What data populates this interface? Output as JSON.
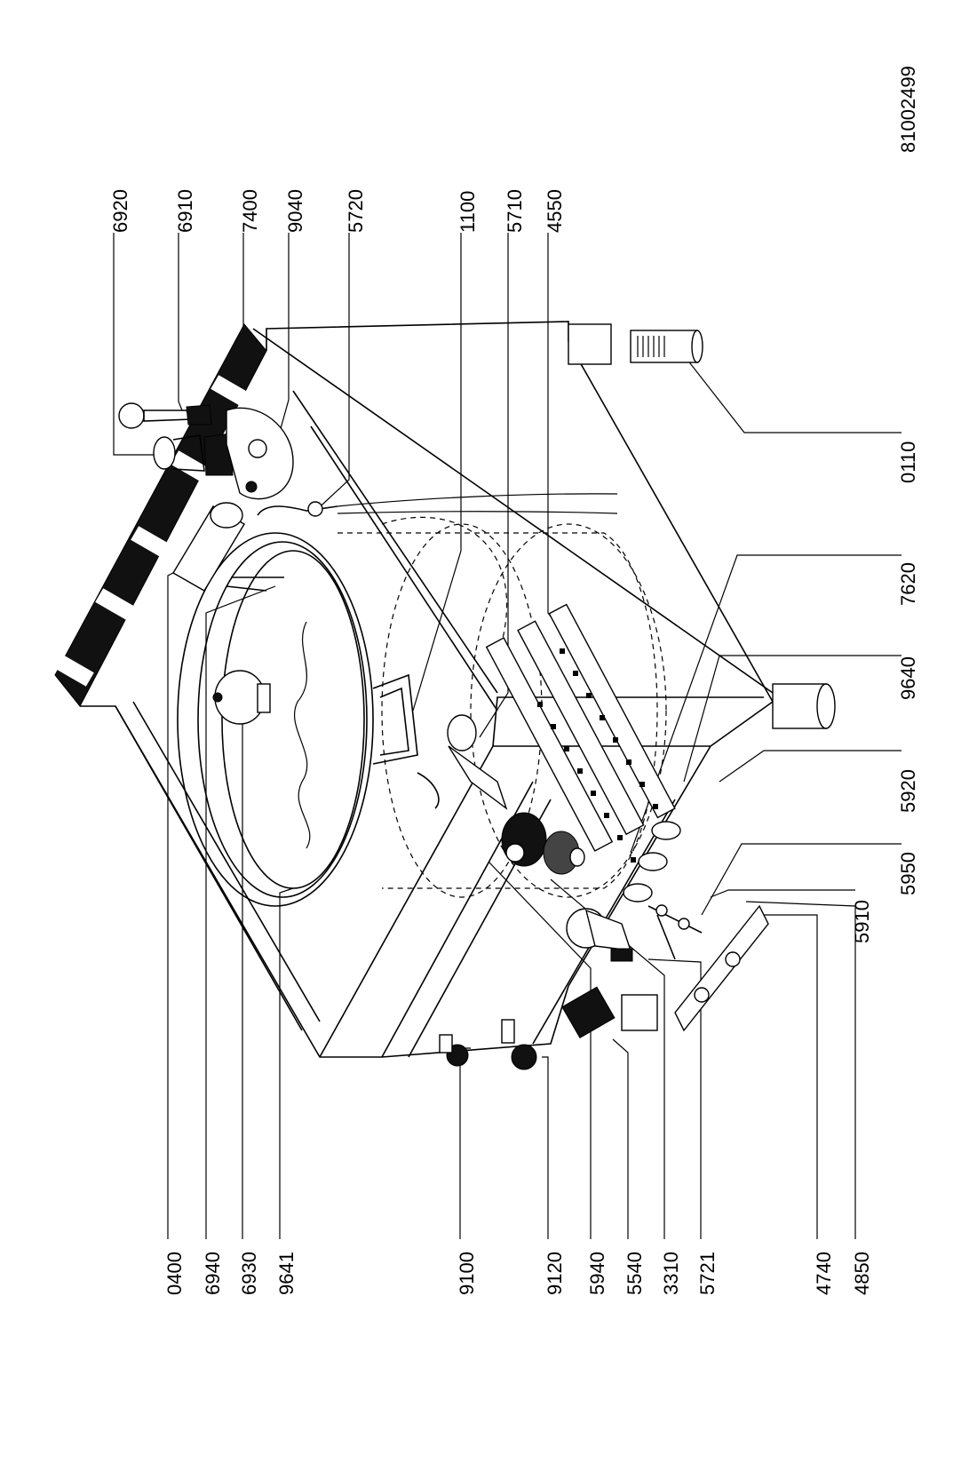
{
  "drawing": {
    "number": "81002499"
  },
  "labels_left": [
    "0400",
    "6940",
    "6930",
    "9641",
    "9100",
    "9120",
    "5940",
    "5540",
    "3310",
    "5721",
    "4740",
    "4850"
  ],
  "labels_top": [
    "6920",
    "6910",
    "7400",
    "9040",
    "5720",
    "1100",
    "5710",
    "4550"
  ],
  "labels_right": [
    "0110",
    "7620",
    "9640",
    "5920",
    "5950",
    "5910"
  ]
}
